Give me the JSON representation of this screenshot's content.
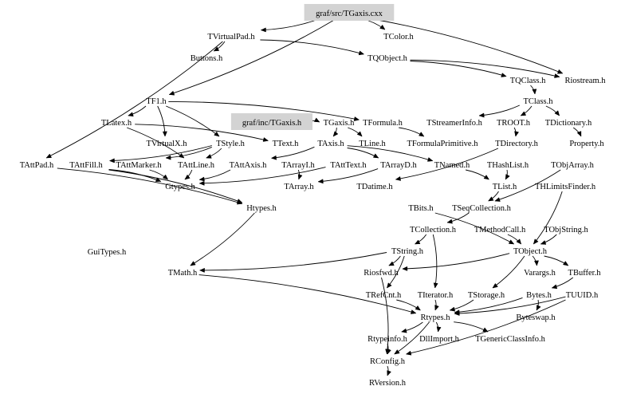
{
  "diagram": {
    "title": "graf/src/TGaxis.cxx include dependency graph",
    "highlight_color": "#d3d3d3",
    "nodes": [
      {
        "id": "tgaxis_cxx",
        "label": "graf/src/TGaxis.cxx",
        "highlighted": true
      },
      {
        "id": "tvirtualpad",
        "label": "TVirtualPad.h"
      },
      {
        "id": "tcolor",
        "label": "TColor.h"
      },
      {
        "id": "buttons",
        "label": "Buttons.h"
      },
      {
        "id": "tqobject",
        "label": "TQObject.h"
      },
      {
        "id": "tqclass",
        "label": "TQClass.h"
      },
      {
        "id": "riostream",
        "label": "Riostream.h"
      },
      {
        "id": "tf1",
        "label": "TF1.h"
      },
      {
        "id": "tclass",
        "label": "TClass.h"
      },
      {
        "id": "tlatex",
        "label": "TLatex.h"
      },
      {
        "id": "tgaxis_h_inc",
        "label": "graf/inc/TGaxis.h",
        "highlighted": true
      },
      {
        "id": "tgaxis_h",
        "label": "TGaxis.h"
      },
      {
        "id": "tformula",
        "label": "TFormula.h"
      },
      {
        "id": "tstreamerinfo",
        "label": "TStreamerInfo.h"
      },
      {
        "id": "troot",
        "label": "TROOT.h"
      },
      {
        "id": "tdictionary",
        "label": "TDictionary.h"
      },
      {
        "id": "tvirtualx",
        "label": "TVirtualX.h"
      },
      {
        "id": "tstyle",
        "label": "TStyle.h"
      },
      {
        "id": "ttext",
        "label": "TText.h"
      },
      {
        "id": "taxis",
        "label": "TAxis.h"
      },
      {
        "id": "tline",
        "label": "TLine.h"
      },
      {
        "id": "tformulaprimitive",
        "label": "TFormulaPrimitive.h"
      },
      {
        "id": "tdirectory",
        "label": "TDirectory.h"
      },
      {
        "id": "property",
        "label": "Property.h"
      },
      {
        "id": "tattpad",
        "label": "TAttPad.h"
      },
      {
        "id": "tattfill",
        "label": "TAttFill.h"
      },
      {
        "id": "tattmarker",
        "label": "TAttMarker.h"
      },
      {
        "id": "tattline",
        "label": "TAttLine.h"
      },
      {
        "id": "tattaxis",
        "label": "TAttAxis.h"
      },
      {
        "id": "tarrayi",
        "label": "TArrayI.h"
      },
      {
        "id": "tatttext",
        "label": "TAttText.h"
      },
      {
        "id": "tarrayd",
        "label": "TArrayD.h"
      },
      {
        "id": "tnamed",
        "label": "TNamed.h"
      },
      {
        "id": "thashlist",
        "label": "THashList.h"
      },
      {
        "id": "tobjarray",
        "label": "TObjArray.h"
      },
      {
        "id": "gtypes",
        "label": "Gtypes.h"
      },
      {
        "id": "tarray",
        "label": "TArray.h"
      },
      {
        "id": "tdatime",
        "label": "TDatime.h"
      },
      {
        "id": "tlist",
        "label": "TList.h"
      },
      {
        "id": "thlimitsfinder",
        "label": "THLimitsFinder.h"
      },
      {
        "id": "htypes",
        "label": "Htypes.h"
      },
      {
        "id": "tbits",
        "label": "TBits.h"
      },
      {
        "id": "tseqcollection",
        "label": "TSeqCollection.h"
      },
      {
        "id": "tcollection",
        "label": "TCollection.h"
      },
      {
        "id": "tmethodcall",
        "label": "TMethodCall.h"
      },
      {
        "id": "tobjstring",
        "label": "TObjString.h"
      },
      {
        "id": "guitypes",
        "label": "GuiTypes.h"
      },
      {
        "id": "tstring",
        "label": "TString.h"
      },
      {
        "id": "tobject",
        "label": "TObject.h"
      },
      {
        "id": "tmath",
        "label": "TMath.h"
      },
      {
        "id": "riosfwd",
        "label": "Riosfwd.h"
      },
      {
        "id": "varargs",
        "label": "Varargs.h"
      },
      {
        "id": "tbuffer",
        "label": "TBuffer.h"
      },
      {
        "id": "trefcnt",
        "label": "TRefCnt.h"
      },
      {
        "id": "titerator",
        "label": "TIterator.h"
      },
      {
        "id": "tstorage",
        "label": "TStorage.h"
      },
      {
        "id": "bytes",
        "label": "Bytes.h"
      },
      {
        "id": "tuuid",
        "label": "TUUID.h"
      },
      {
        "id": "rtypes",
        "label": "Rtypes.h"
      },
      {
        "id": "byteswap",
        "label": "Byteswap.h"
      },
      {
        "id": "rtypeinfo",
        "label": "Rtypeinfo.h"
      },
      {
        "id": "dllimport",
        "label": "DllImport.h"
      },
      {
        "id": "tgenericclassinfo",
        "label": "TGenericClassInfo.h"
      },
      {
        "id": "rconfig",
        "label": "RConfig.h"
      },
      {
        "id": "rversion",
        "label": "RVersion.h"
      }
    ],
    "edges": [
      [
        "tgaxis_cxx",
        "tvirtualpad"
      ],
      [
        "tgaxis_cxx",
        "tcolor"
      ],
      [
        "tgaxis_cxx",
        "riostream"
      ],
      [
        "tgaxis_cxx",
        "tf1"
      ],
      [
        "tvirtualpad",
        "buttons"
      ],
      [
        "tvirtualpad",
        "tqobject"
      ],
      [
        "tvirtualpad",
        "tattpad"
      ],
      [
        "tqobject",
        "tqclass"
      ],
      [
        "tqobject",
        "riostream"
      ],
      [
        "tqclass",
        "tclass"
      ],
      [
        "tf1",
        "tlatex"
      ],
      [
        "tf1",
        "tvirtualx"
      ],
      [
        "tf1",
        "tstyle"
      ],
      [
        "tf1",
        "tformula"
      ],
      [
        "tclass",
        "troot"
      ],
      [
        "tclass",
        "tdictionary"
      ],
      [
        "tclass",
        "tstreamerinfo"
      ],
      [
        "tlatex",
        "ttext"
      ],
      [
        "tlatex",
        "tattline"
      ],
      [
        "tgaxis_h_inc",
        "tgaxis_h"
      ],
      [
        "tgaxis_h",
        "taxis"
      ],
      [
        "tgaxis_h",
        "tline"
      ],
      [
        "tformula",
        "tformulaprimitive"
      ],
      [
        "troot",
        "tdirectory"
      ],
      [
        "tdictionary",
        "property"
      ],
      [
        "tstyle",
        "tattmarker"
      ],
      [
        "tstyle",
        "tattline"
      ],
      [
        "tstyle",
        "tattfill"
      ],
      [
        "taxis",
        "tattaxis"
      ],
      [
        "taxis",
        "tarrayd"
      ],
      [
        "taxis",
        "tnamed"
      ],
      [
        "tattfill",
        "gtypes"
      ],
      [
        "tattmarker",
        "gtypes"
      ],
      [
        "tattline",
        "gtypes"
      ],
      [
        "tattaxis",
        "gtypes"
      ],
      [
        "tarrayi",
        "tarray"
      ],
      [
        "tarrayd",
        "tarray"
      ],
      [
        "tatttext",
        "gtypes"
      ],
      [
        "tnamed",
        "tlist"
      ],
      [
        "thashlist",
        "tlist"
      ],
      [
        "tobjarray",
        "tseqcollection"
      ],
      [
        "tlist",
        "tseqcollection"
      ],
      [
        "tseqcollection",
        "tcollection"
      ],
      [
        "tdirectory",
        "tdatime"
      ],
      [
        "tattpad",
        "htypes"
      ],
      [
        "tattfill",
        "htypes"
      ],
      [
        "tbits",
        "tobject"
      ],
      [
        "tcollection",
        "tstring"
      ],
      [
        "tcollection",
        "titerator"
      ],
      [
        "tmethodcall",
        "tobject"
      ],
      [
        "tobjstring",
        "tobject"
      ],
      [
        "thlimitsfinder",
        "tobject"
      ],
      [
        "tstring",
        "riosfwd"
      ],
      [
        "tstring",
        "trefcnt"
      ],
      [
        "tstring",
        "tmath"
      ],
      [
        "tobject",
        "varargs"
      ],
      [
        "tobject",
        "tbuffer"
      ],
      [
        "tobject",
        "riosfwd"
      ],
      [
        "tobject",
        "tstorage"
      ],
      [
        "htypes",
        "tmath"
      ],
      [
        "tmath",
        "rtypes"
      ],
      [
        "tbuffer",
        "bytes"
      ],
      [
        "bytes",
        "byteswap"
      ],
      [
        "bytes",
        "rtypes"
      ],
      [
        "tuuid",
        "rtypes"
      ],
      [
        "trefcnt",
        "rtypes"
      ],
      [
        "titerator",
        "rtypes"
      ],
      [
        "tstorage",
        "rtypes"
      ],
      [
        "rtypes",
        "rtypeinfo"
      ],
      [
        "rtypes",
        "dllimport"
      ],
      [
        "rtypes",
        "tgenericclassinfo"
      ],
      [
        "rtypes",
        "rconfig"
      ],
      [
        "rtypeinfo",
        "rconfig"
      ],
      [
        "rconfig",
        "rversion"
      ],
      [
        "riosfwd",
        "rconfig"
      ],
      [
        "tuuid",
        "rconfig"
      ]
    ]
  }
}
